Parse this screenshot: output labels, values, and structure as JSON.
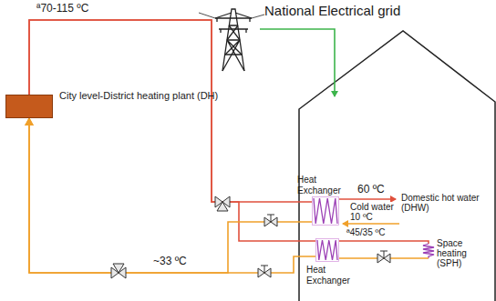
{
  "diagram": {
    "nodes": [
      {
        "text": [
          "City level-District heating plant (DH)"
        ]
      },
      {
        "text": [
          "Heat Exchanger"
        ]
      },
      {
        "text": [
          "Heat Exchanger"
        ]
      }
    ],
    "edges": [
      {
        "from": 0,
        "to": 1,
        "arrow": "none"
      },
      {
        "from": 0,
        "to": 2,
        "arrow": "none"
      },
      {
        "from": 1,
        "to": 0,
        "arrow": "to"
      },
      {
        "from": 2,
        "to": 0,
        "arrow": "to"
      }
    ],
    "labels": [
      "National Electrical grid",
      "ª70-115 ºC",
      "60 ºC",
      "Domestic hot water (DHW)",
      "Cold water 10 ºC",
      "ª45/35 ºC",
      "Space heating (SPH)",
      "~33 ºC"
    ]
  }
}
